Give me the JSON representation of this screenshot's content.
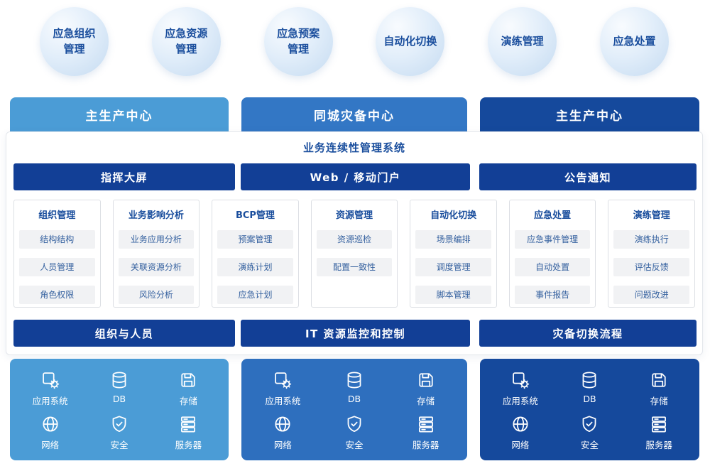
{
  "capabilities": [
    {
      "label": "应急组织\n管理"
    },
    {
      "label": "应急资源\n管理"
    },
    {
      "label": "应急预案\n管理"
    },
    {
      "label": "自动化切换"
    },
    {
      "label": "演练管理"
    },
    {
      "label": "应急处置"
    }
  ],
  "centers": [
    {
      "label": "主生产中心"
    },
    {
      "label": "同城灾备中心"
    },
    {
      "label": "主生产中心"
    }
  ],
  "system": {
    "title": "业务连续性管理系统",
    "portals": [
      {
        "label": "指挥大屏"
      },
      {
        "label": "Web / 移动门户"
      },
      {
        "label": "公告通知"
      }
    ],
    "modules": [
      {
        "title": "组织管理",
        "items": [
          "结构结构",
          "人员管理",
          "角色权限"
        ]
      },
      {
        "title": "业务影响分析",
        "items": [
          "业务应用分析",
          "关联资源分析",
          "风险分析"
        ]
      },
      {
        "title": "BCP管理",
        "items": [
          "预案管理",
          "演练计划",
          "应急计划"
        ]
      },
      {
        "title": "资源管理",
        "items": [
          "资源巡检",
          "配置一致性"
        ]
      },
      {
        "title": "自动化切换",
        "items": [
          "场景编排",
          "调度管理",
          "脚本管理"
        ]
      },
      {
        "title": "应急处置",
        "items": [
          "应急事件管理",
          "自动处置",
          "事件报告"
        ]
      },
      {
        "title": "演练管理",
        "items": [
          "演练执行",
          "评估反馈",
          "问题改进"
        ]
      }
    ],
    "foundations": [
      {
        "label": "组织与人员"
      },
      {
        "label": "IT 资源监控和控制"
      },
      {
        "label": "灾备切换流程"
      }
    ]
  },
  "infrastructure": {
    "resources": [
      {
        "icon": "app-system-icon",
        "label": "应用系统"
      },
      {
        "icon": "database-icon",
        "label": "DB"
      },
      {
        "icon": "storage-icon",
        "label": "存储"
      },
      {
        "icon": "network-icon",
        "label": "网络"
      },
      {
        "icon": "security-icon",
        "label": "安全"
      },
      {
        "icon": "server-icon",
        "label": "服务器"
      }
    ]
  },
  "colors": {
    "light_blue": "#4b9cd6",
    "medium_blue": "#2e6fbe",
    "medium_blue_header": "#3377c5",
    "dark_blue": "#15499c",
    "navy_bar": "#123f96",
    "text_blue": "#1a4e9d",
    "item_bg": "#f1f2f4"
  }
}
